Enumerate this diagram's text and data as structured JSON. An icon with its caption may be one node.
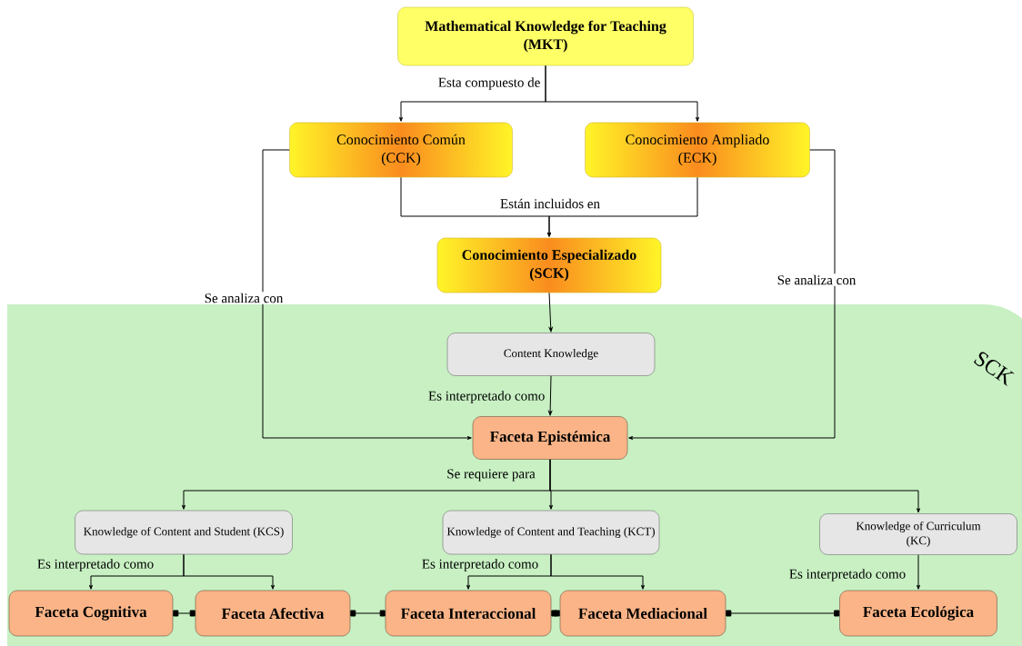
{
  "diagram": {
    "nodes": [
      {
        "text": [
          "Mathematical Knowledge for Teaching (MKT)"
        ]
      },
      {
        "text": [
          "Conocimiento Común (CCK)"
        ]
      },
      {
        "text": [
          "Conocimiento Ampliado (ECK)"
        ]
      },
      {
        "text": [
          "Conocimiento Especializado (SCK)"
        ]
      },
      {
        "text": [
          "SCK"
        ]
      },
      {
        "text": [
          "Content Knowledge"
        ],
        "in": 4
      },
      {
        "text": [
          "Faceta Epistémica"
        ],
        "in": 4
      },
      {
        "text": [
          "Knowledge of Content and Student (KCS)"
        ],
        "in": 4
      },
      {
        "text": [
          "Knowledge of Content and Teaching (KCT)"
        ],
        "in": 4
      },
      {
        "text": [
          "Knowledge of Curriculum (KC)"
        ],
        "in": 4
      },
      {
        "text": [
          "Faceta Cognitiva"
        ],
        "in": 4
      },
      {
        "text": [
          "Faceta Afectiva"
        ],
        "in": 4
      },
      {
        "text": [
          "Faceta Interaccional"
        ],
        "in": 4
      },
      {
        "text": [
          "Faceta Mediacional"
        ],
        "in": 4
      },
      {
        "text": [
          "Faceta Ecológica"
        ],
        "in": 4
      }
    ],
    "edges": [
      {
        "from": 0,
        "to": 1,
        "arrow": "to",
        "label": "Esta compuesto de"
      },
      {
        "from": 0,
        "to": 2,
        "arrow": "to"
      },
      {
        "from": 1,
        "to": 3,
        "arrow": "to",
        "label": "Están incluidos en"
      },
      {
        "from": 2,
        "to": 3,
        "arrow": "to"
      },
      {
        "from": 3,
        "to": 5,
        "arrow": "to"
      },
      {
        "from": 1,
        "to": 6,
        "arrow": "to",
        "label": "Se analiza con"
      },
      {
        "from": 2,
        "to": 6,
        "arrow": "to",
        "label": "Se analiza con"
      },
      {
        "from": 5,
        "to": 6,
        "arrow": "to",
        "label": "Es interpretado como"
      },
      {
        "from": 6,
        "to": 7,
        "arrow": "to",
        "label": "Se requiere para"
      },
      {
        "from": 6,
        "to": 8,
        "arrow": "to"
      },
      {
        "from": 6,
        "to": 9,
        "arrow": "to"
      },
      {
        "from": 7,
        "to": 10,
        "arrow": "to",
        "label": "Es interpretado como"
      },
      {
        "from": 7,
        "to": 11,
        "arrow": "to"
      },
      {
        "from": 8,
        "to": 12,
        "arrow": "to",
        "label": "Es interpretado como"
      },
      {
        "from": 8,
        "to": 13,
        "arrow": "to"
      },
      {
        "from": 9,
        "to": 14,
        "arrow": "to",
        "label": "Es interpretado como"
      },
      {
        "from": 10,
        "to": 11,
        "arrow": "other"
      },
      {
        "from": 11,
        "to": 12,
        "arrow": "other"
      },
      {
        "from": 12,
        "to": 13,
        "arrow": "other"
      },
      {
        "from": 13,
        "to": 14,
        "arrow": "other"
      }
    ]
  }
}
